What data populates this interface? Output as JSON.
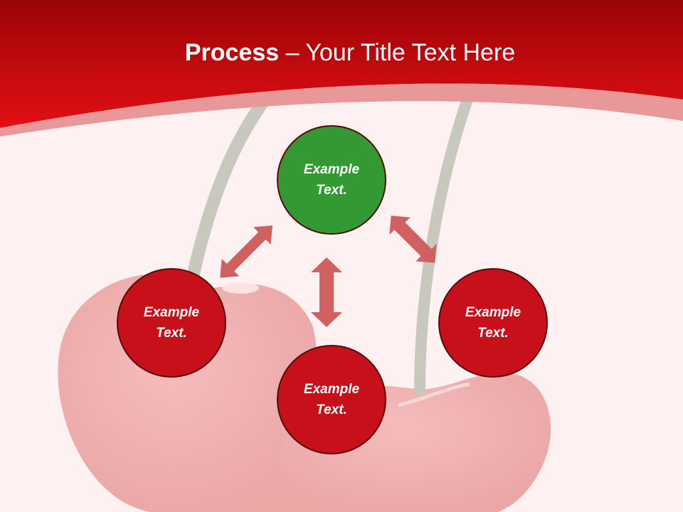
{
  "title": {
    "bold": "Process",
    "rest": " – Your Title Text Here"
  },
  "nodes": [
    {
      "label": "Example Text.",
      "color": "#339933"
    },
    {
      "label": "Example Text.",
      "color": "#c8101a"
    },
    {
      "label": "Example Text.",
      "color": "#c8101a"
    },
    {
      "label": "Example Text.",
      "color": "#c8101a"
    }
  ],
  "colors": {
    "header": "#cc0b10",
    "arrow": "#d16060",
    "background": "#fdf1f1",
    "stem": "#c8c8be"
  }
}
